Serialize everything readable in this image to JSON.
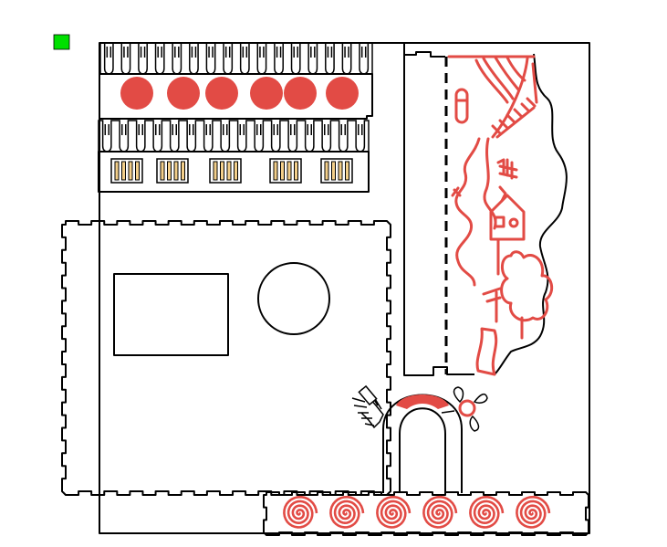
{
  "colors": {
    "outline": "#000000",
    "accent": "#e24b45",
    "marker": "#00e000",
    "pin_fill": "#f3cf8a",
    "background": "#ffffff"
  },
  "parts": {
    "dots_strip": {
      "dot_count": 6
    },
    "pins_strip": {
      "block_count": 5,
      "pins_per_block": 4
    },
    "spiral_strip": {
      "spiral_count": 6
    }
  }
}
